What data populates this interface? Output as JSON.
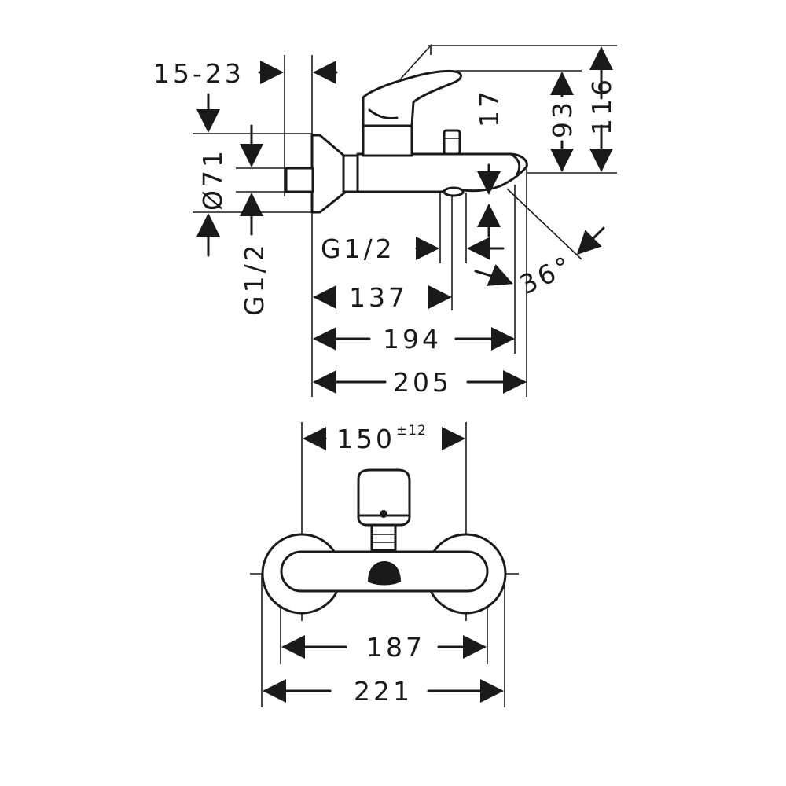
{
  "side_view": {
    "dims": {
      "wall_range": "15-23",
      "rosette_diameter": "Ø71",
      "inlet_thread": "G1/2",
      "spout_connection_thread": "G1/2",
      "overall_height": "116",
      "spout_height": "93",
      "diverter_offset": "17",
      "reach_137": "137",
      "reach_194": "194",
      "reach_205": "205",
      "angle": "36°"
    }
  },
  "front_view": {
    "dims": {
      "centres": "150",
      "centres_tolerance": "±12",
      "width_187": "187",
      "width_221": "221"
    }
  }
}
